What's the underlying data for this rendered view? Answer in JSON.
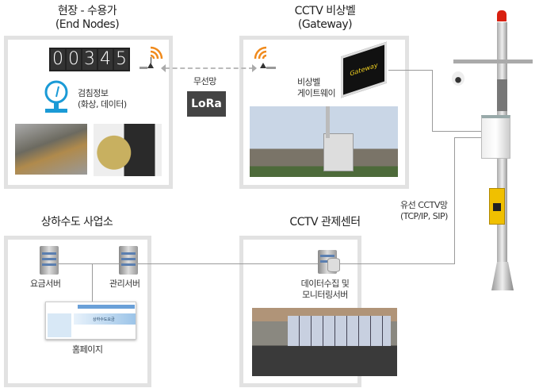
{
  "sections": {
    "end_nodes": {
      "title": "현장 - 수용가",
      "subtitle": "(End Nodes)",
      "counter_digits": [
        "0",
        "0",
        "3",
        "4",
        "5"
      ],
      "meter_info": "검침정보",
      "meter_info_sub": "(화상, 데이터)"
    },
    "gateway": {
      "title": "CCTV 비상벨",
      "subtitle": "(Gateway)",
      "device_label_1": "비상벨",
      "device_label_2": "게이트웨이",
      "device_brand": "Gateway"
    },
    "waterworks": {
      "title": "상하수도 사업소",
      "billing_server": "요금서버",
      "management_server": "관리서버",
      "homepage": "홈페이지",
      "homepage_banner": "상하수도요금"
    },
    "control_center": {
      "title": "CCTV 관제센터",
      "server_label_1": "데이터수집 및",
      "server_label_2": "모니터링서버"
    }
  },
  "links": {
    "wireless": "무선망",
    "lora": "LoRa",
    "wired": "유선 CCTV망",
    "wired_protocols": "(TCP/IP, SIP)"
  },
  "colors": {
    "signal": "#f08a1c",
    "gauge": "#1a9ad6",
    "box_border": "#e2e2e2",
    "line": "#9a9a9a"
  }
}
